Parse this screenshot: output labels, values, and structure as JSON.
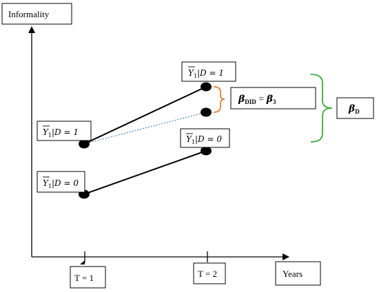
{
  "y_axis_label": "Informality",
  "x_axis_label": "Years",
  "ticks": {
    "t1": "T = 1",
    "t2": "T = 2"
  },
  "labels": {
    "treated_t2": {
      "bar": "Y",
      "sub": "1",
      "rest": "|D = 1"
    },
    "counterfactual_t1": {
      "bar": "Y",
      "sub": "1",
      "rest": "|D = 1"
    },
    "control_t2": {
      "bar": "Y",
      "sub": "1",
      "rest": "|D = 0"
    },
    "control_t1": {
      "bar": "Y",
      "sub": "1",
      "rest": "|D = 0"
    }
  },
  "did_box": {
    "beta": "β",
    "sub": "DID",
    "eq": " = ",
    "beta2": "β",
    "sub2": "3"
  },
  "bd_box": {
    "beta": "β",
    "sub": "D"
  },
  "colors": {
    "axis": "#000000",
    "line": "#000000",
    "dashed": "#2e75b6",
    "orange_brace": "#ed7d31",
    "green_brace": "#3aaa35"
  }
}
